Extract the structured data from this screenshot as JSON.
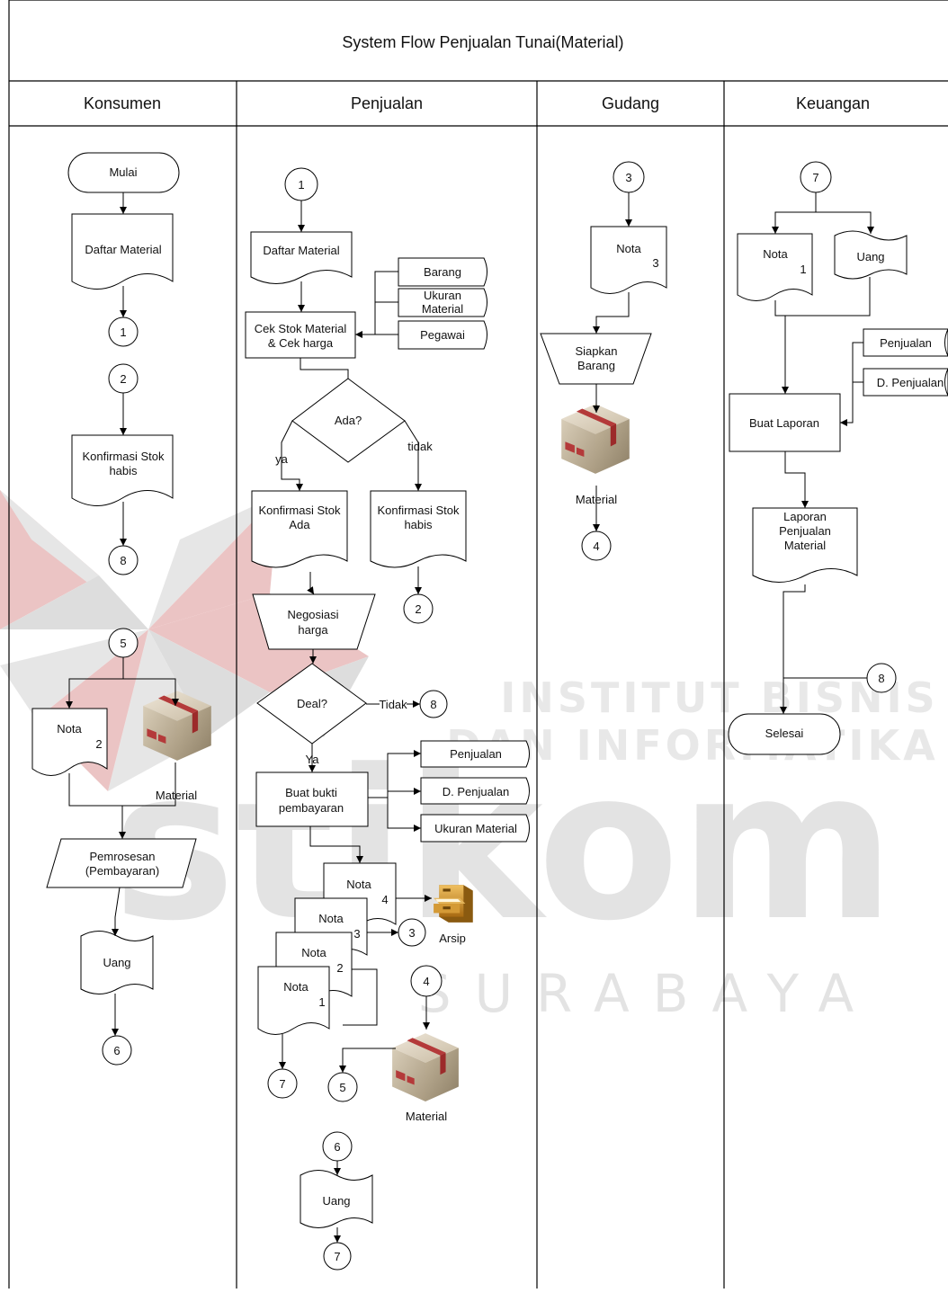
{
  "title": "System Flow Penjualan Tunai(Material)",
  "lanes": [
    "Konsumen",
    "Penjualan",
    "Gudang",
    "Keuangan"
  ],
  "watermark": {
    "line1": "INSTITUT BISNIS",
    "line2": "DAN INFORMATIKA",
    "main": "stikom",
    "sub": "SURABAYA"
  },
  "konsumen": {
    "start": "Mulai",
    "doc_daftar": "Daftar Material",
    "conn_1": "1",
    "conn_2": "2",
    "doc_konfirmasi_l1": "Konfirmasi Stok",
    "doc_konfirmasi_l2": "habis",
    "conn_8": "8",
    "conn_5": "5",
    "doc_nota": "Nota",
    "doc_nota_num": "2",
    "material": "Material",
    "proc_l1": "Pemrosesan",
    "proc_l2": "(Pembayaran)",
    "doc_uang": "Uang",
    "conn_6": "6"
  },
  "penjualan": {
    "conn_1": "1",
    "doc_daftar": "Daftar Material",
    "db_barang": "Barang",
    "db_ukuran_l1": "Ukuran",
    "db_ukuran_l2": "Material",
    "db_pegawai": "Pegawai",
    "proc_cek_l1": "Cek Stok Material",
    "proc_cek_l2": "& Cek harga",
    "dec_ada": "Ada?",
    "ya": "ya",
    "tidak": "tidak",
    "doc_ada_l1": "Konfirmasi Stok",
    "doc_ada_l2": "Ada",
    "doc_habis_l1": "Konfirmasi Stok",
    "doc_habis_l2": "habis",
    "conn_2": "2",
    "nego_l1": "Negosiasi",
    "nego_l2": "harga",
    "dec_deal": "Deal?",
    "tidak2": "Tidak",
    "conn_8": "8",
    "ya2": "Ya",
    "proc_bukti_l1": "Buat bukti",
    "proc_bukti_l2": "pembayaran",
    "db_penjualan": "Penjualan",
    "db_dpenjualan": "D. Penjualan",
    "db_ukuran": "Ukuran Material",
    "nota": "Nota",
    "nota4": "4",
    "nota3": "3",
    "nota2": "2",
    "nota1": "1",
    "conn_3": "3",
    "arsip": "Arsip",
    "conn_4": "4",
    "conn_7": "7",
    "conn_5": "5",
    "material": "Material",
    "conn_6": "6",
    "doc_uang": "Uang",
    "conn_7b": "7"
  },
  "gudang": {
    "conn_3": "3",
    "doc_nota": "Nota",
    "doc_nota_num": "3",
    "proc_l1": "Siapkan",
    "proc_l2": "Barang",
    "material": "Material",
    "conn_4": "4"
  },
  "keuangan": {
    "conn_7": "7",
    "doc_nota": "Nota",
    "doc_nota_num": "1",
    "doc_uang": "Uang",
    "db_penjualan": "Penjualan",
    "db_dpenjualan": "D. Penjualan",
    "proc_laporan": "Buat Laporan",
    "doc_lap_l1": "Laporan",
    "doc_lap_l2": "Penjualan",
    "doc_lap_l3": "Material",
    "conn_8": "8",
    "end": "Selesai"
  }
}
